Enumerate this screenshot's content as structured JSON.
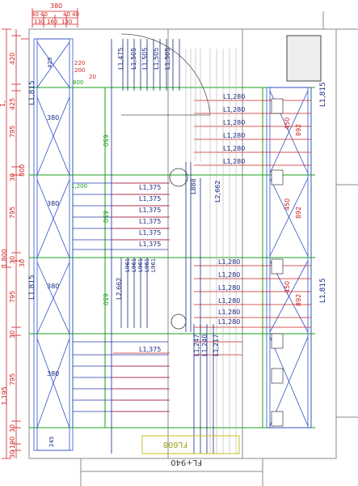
{
  "drawing": {
    "top_dims": {
      "overall": "380",
      "segments": [
        "40",
        "40",
        "40",
        "40"
      ],
      "sub": [
        "130",
        "160",
        "130"
      ]
    },
    "left_dims": [
      {
        "text": "420"
      },
      {
        "text": "1,"
      },
      {
        "text": "425"
      },
      {
        "text": "795"
      },
      {
        "text": "30"
      },
      {
        "text": "800"
      },
      {
        "text": "795"
      },
      {
        "text": "30"
      },
      {
        "text": "1,800"
      },
      {
        "text": "30"
      },
      {
        "text": "795"
      },
      {
        "text": "30"
      },
      {
        "text": "1,195"
      },
      {
        "text": "795"
      },
      {
        "text": "30"
      },
      {
        "text": "190"
      },
      {
        "text": "30"
      }
    ],
    "side_labels": {
      "left_top": "L1,815",
      "left_bottom": "L1,815",
      "right_top": "L1,815",
      "right_bottom": "L1,815"
    },
    "small_dims": {
      "d220": "220",
      "d200": "200",
      "d20": "20",
      "d800": "800",
      "d425": "425"
    },
    "d380": [
      "380",
      "380",
      "380",
      "380"
    ],
    "green_650": [
      "650",
      "650",
      "650"
    ],
    "l2_662_center": "L2,662",
    "l2_662_left": "L2,662",
    "l888": "L888",
    "vertical_top_labels": [
      "L1,475",
      "L1,505",
      "L1,505",
      "L1,505",
      "L1,505"
    ],
    "l1280_top": [
      "L1,280",
      "L1,280",
      "L1,280",
      "L1,280",
      "L1,280",
      "L1,280"
    ],
    "l1280_mid": [
      "L1,280",
      "L1,280",
      "L1,280",
      "L1,280",
      "L1,280",
      "L1,280"
    ],
    "l1375_mid": [
      "L1,375",
      "L1,375",
      "L1,375",
      "L1,375",
      "L1,375",
      "L1,375"
    ],
    "l1375_bottom": "L1,375",
    "l961": [
      "L961",
      "L961",
      "L961",
      "L961",
      "L961"
    ],
    "l247": "L1,247",
    "l240": "L1,240",
    "l217": "L1,217",
    "d450": [
      "450",
      "450",
      "450"
    ],
    "d892": [
      "892",
      "892",
      "892"
    ],
    "fl_608": "FL608",
    "fl_940": "FL+940",
    "d245": "245",
    "d1200": "1,200"
  }
}
